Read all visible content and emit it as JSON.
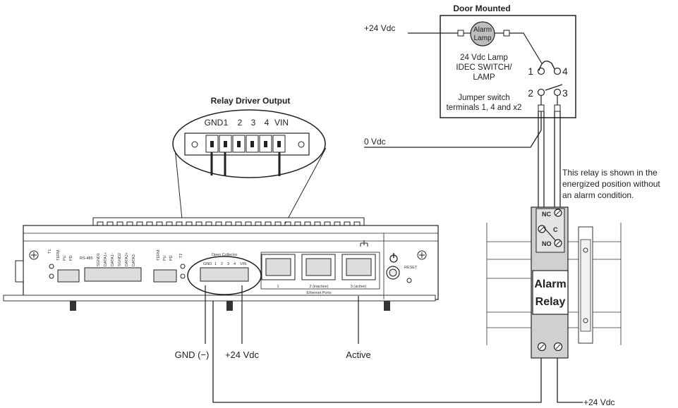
{
  "door": {
    "title": "Door Mounted",
    "lamp_top": "Alarm",
    "lamp_bottom": "Lamp",
    "lamp_desc1": "24 Vdc Lamp",
    "lamp_desc2": "IDEC SWITCH/",
    "lamp_desc3": "LAMP",
    "jumper1": "Jumper switch",
    "jumper2": "terminals 1, 4 and x2",
    "t1": "1",
    "t2": "2",
    "t3": "3",
    "t4": "4"
  },
  "supply": {
    "plus24_top": "+24 Vdc",
    "zero": "0 Vdc",
    "plus24_bottom": "+24 Vdc"
  },
  "relay_driver": {
    "title": "Relay Driver Output",
    "pins": [
      "GND",
      "1",
      "2",
      "3",
      "4",
      "VIN"
    ]
  },
  "relay": {
    "note1": "This relay is shown in the",
    "note2": "energized position without",
    "note3": "an alarm condition.",
    "nc": "NC",
    "c": "C",
    "no": "NO",
    "name1": "Alarm",
    "name2": "Relay"
  },
  "device": {
    "open_collector": "Open Collector",
    "oc_pins": [
      "GND",
      "1",
      "2",
      "3",
      "4",
      "VIN"
    ],
    "rs485": "RS-485",
    "rs485_pins": [
      "SGND1",
      "DATA1+",
      "DATA1-",
      "SGND2",
      "DATA2+",
      "DATA2-"
    ],
    "term_labels": [
      "TERM",
      "PU",
      "PD"
    ],
    "t_labels": [
      "T1",
      "T2"
    ],
    "port1": "1",
    "port2": "2 (inactive)",
    "port3": "3 (active)",
    "ethernet": "Ethernet Ports",
    "reset": "RESET"
  },
  "callouts": {
    "gnd": "GND (−)",
    "plus24": "+24 Vdc",
    "active": "Active"
  }
}
